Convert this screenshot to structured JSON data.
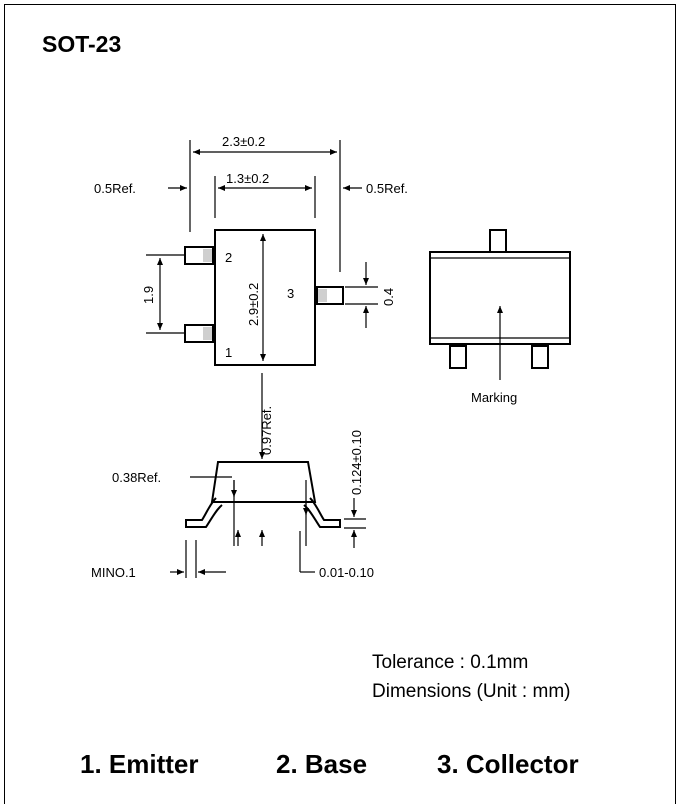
{
  "title": "SOT-23",
  "dimensions": {
    "overall_width": "2.3±0.2",
    "lead_spacing": "1.3±0.2",
    "ref_left": "0.5Ref.",
    "ref_right": "0.5Ref.",
    "pitch": "1.9",
    "body_length": "2.9±0.2",
    "lead_width": "0.4",
    "height_ref": "0.97Ref.",
    "standoff_ref": "0.38Ref.",
    "lead_thickness": "0.124±0.10",
    "min_gap": "MINO.1",
    "seating": "0.01-0.10"
  },
  "pins": {
    "p1": "1",
    "p2": "2",
    "p3": "3"
  },
  "marking_label": "Marking",
  "notes": {
    "tolerance": "Tolerance : 0.1mm",
    "units": "Dimensions (Unit : mm)"
  },
  "legend": {
    "emitter": "1. Emitter",
    "base": "2. Base",
    "collector": "3. Collector"
  }
}
